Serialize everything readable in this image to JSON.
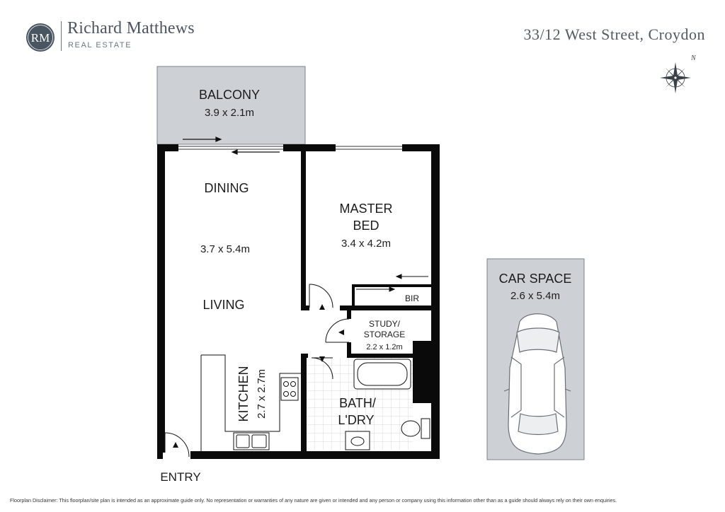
{
  "agency": {
    "monogram": "RM",
    "name": "Richard Matthews",
    "subtitle": "REAL ESTATE"
  },
  "property": {
    "address": "33/12 West Street, Croydon"
  },
  "compass": {
    "north_label": "N"
  },
  "rooms": {
    "balcony": {
      "name": "BALCONY",
      "size": "3.9 x 2.1m"
    },
    "dining": {
      "name": "DINING"
    },
    "living_size": "3.7 x 5.4m",
    "living": {
      "name": "LIVING"
    },
    "master_bed": {
      "name_line1": "MASTER",
      "name_line2": "BED",
      "size": "3.4 x 4.2m"
    },
    "bir": {
      "name": "BIR"
    },
    "study": {
      "name_line1": "STUDY/",
      "name_line2": "STORAGE",
      "size": "2.2 x 1.2m"
    },
    "kitchen": {
      "name": "KITCHEN",
      "size": "2.7 x 2.7m"
    },
    "bath": {
      "name_line1": "BATH/",
      "name_line2": "L'DRY"
    },
    "car_space": {
      "name": "CAR SPACE",
      "size": "2.6 x 5.4m"
    },
    "entry": {
      "name": "ENTRY"
    }
  },
  "colors": {
    "wall": "#0a0a0a",
    "balcony_fill": "#cdd1d6",
    "car_fill": "#cdd1d6",
    "tile_line": "#c9ccd0",
    "logo_circle": "#4a5562"
  },
  "disclaimer": "Floorplan Disclaimer: This floorplan/site plan is intended as an approximate guide only. No representation or warranties of any nature are given or intended and any person or company using this information other than as a guide should always rely on their own enquiries."
}
